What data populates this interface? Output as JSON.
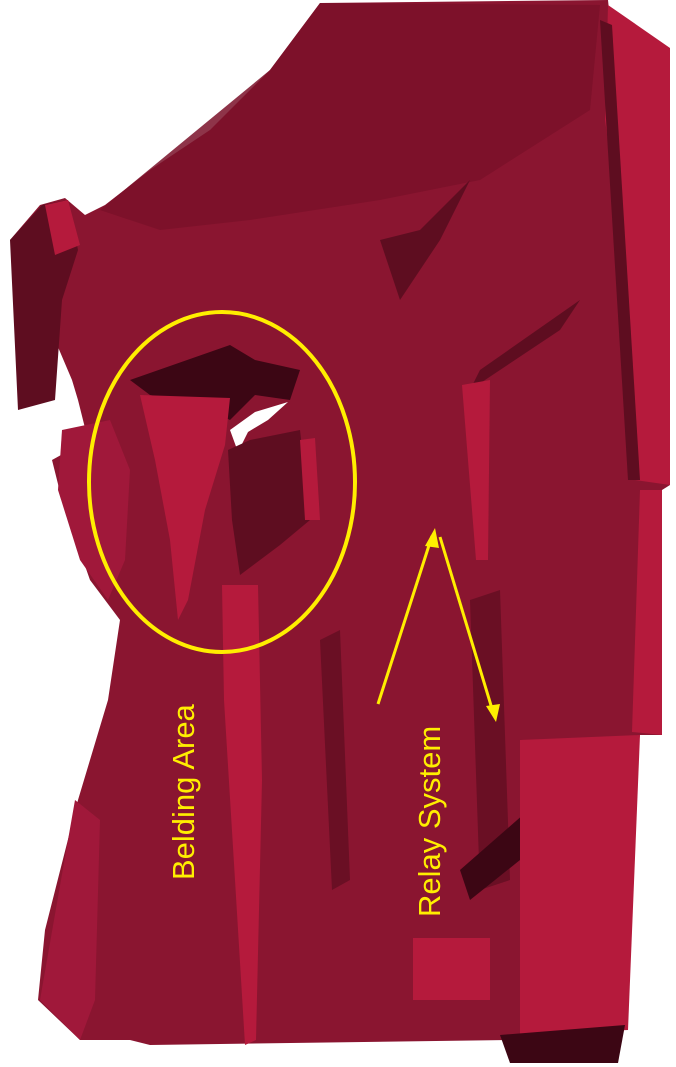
{
  "figure": {
    "colors": {
      "background": "#ffffff",
      "body_main": "#8a1530",
      "body_dark": "#5e0d20",
      "body_light": "#b51a3c",
      "shadow": "#3c0614",
      "annotation": "#ffee00"
    },
    "annotations": {
      "belding_area": {
        "text": "Belding Area",
        "marker": "ellipse"
      },
      "relay_system": {
        "text": "Relay System",
        "marker": "double-arrow"
      }
    }
  }
}
